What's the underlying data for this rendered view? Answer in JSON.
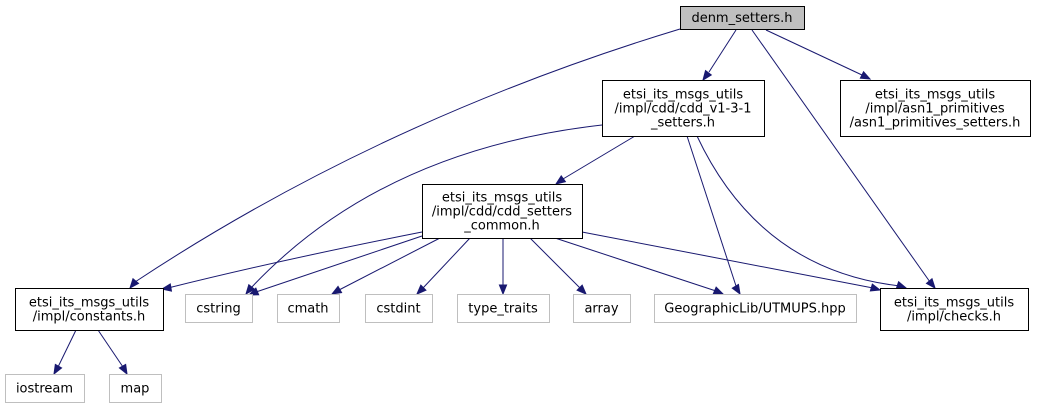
{
  "colors": {
    "edge": "#191970",
    "root_fill": "#bfbfbf",
    "external_border": "#bfbfbf",
    "node_border": "#000000"
  },
  "nodes": {
    "denm_setters": {
      "lines": [
        "denm_setters.h"
      ],
      "kind": "root"
    },
    "cdd_v1_3_1_setters": {
      "lines": [
        "etsi_its_msgs_utils",
        "/impl/cdd/cdd_v1-3-1",
        "_setters.h"
      ],
      "kind": "local"
    },
    "asn1_primitives_setters": {
      "lines": [
        "etsi_its_msgs_utils",
        "/impl/asn1_primitives",
        "/asn1_primitives_setters.h"
      ],
      "kind": "local"
    },
    "cdd_setters_common": {
      "lines": [
        "etsi_its_msgs_utils",
        "/impl/cdd/cdd_setters",
        "_common.h"
      ],
      "kind": "local"
    },
    "constants": {
      "lines": [
        "etsi_its_msgs_utils",
        "/impl/constants.h"
      ],
      "kind": "local"
    },
    "cstring": {
      "lines": [
        "cstring"
      ],
      "kind": "external"
    },
    "cmath": {
      "lines": [
        "cmath"
      ],
      "kind": "external"
    },
    "cstdint": {
      "lines": [
        "cstdint"
      ],
      "kind": "external"
    },
    "type_traits": {
      "lines": [
        "type_traits"
      ],
      "kind": "external"
    },
    "array": {
      "lines": [
        "array"
      ],
      "kind": "external"
    },
    "utmups": {
      "lines": [
        "GeographicLib/UTMUPS.hpp"
      ],
      "kind": "external"
    },
    "checks": {
      "lines": [
        "etsi_its_msgs_utils",
        "/impl/checks.h"
      ],
      "kind": "local"
    },
    "iostream": {
      "lines": [
        "iostream"
      ],
      "kind": "external"
    },
    "map": {
      "lines": [
        "map"
      ],
      "kind": "external"
    }
  },
  "edges": [
    {
      "from": "denm_setters",
      "to": "cdd_v1_3_1_setters"
    },
    {
      "from": "denm_setters",
      "to": "asn1_primitives_setters"
    },
    {
      "from": "denm_setters",
      "to": "constants"
    },
    {
      "from": "denm_setters",
      "to": "checks"
    },
    {
      "from": "cdd_v1_3_1_setters",
      "to": "cdd_setters_common"
    },
    {
      "from": "cdd_v1_3_1_setters",
      "to": "cstring"
    },
    {
      "from": "cdd_v1_3_1_setters",
      "to": "utmups"
    },
    {
      "from": "cdd_v1_3_1_setters",
      "to": "checks"
    },
    {
      "from": "cdd_setters_common",
      "to": "constants"
    },
    {
      "from": "cdd_setters_common",
      "to": "cstring"
    },
    {
      "from": "cdd_setters_common",
      "to": "cmath"
    },
    {
      "from": "cdd_setters_common",
      "to": "cstdint"
    },
    {
      "from": "cdd_setters_common",
      "to": "type_traits"
    },
    {
      "from": "cdd_setters_common",
      "to": "array"
    },
    {
      "from": "cdd_setters_common",
      "to": "utmups"
    },
    {
      "from": "cdd_setters_common",
      "to": "checks"
    },
    {
      "from": "constants",
      "to": "iostream"
    },
    {
      "from": "constants",
      "to": "map"
    }
  ]
}
